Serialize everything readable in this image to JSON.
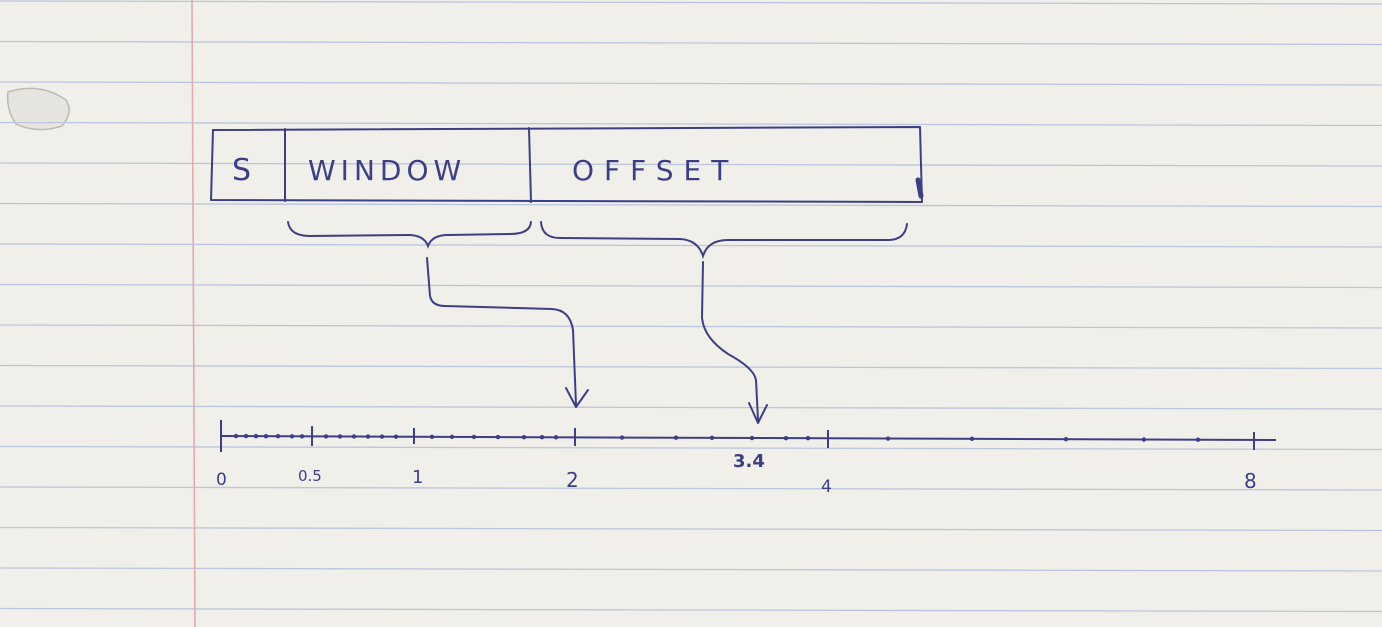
{
  "colors": {
    "paper": "#f1efe9",
    "rule_line": "#b9c6de",
    "margin_line": "#e7a9ae",
    "ink": "#3d3f86"
  },
  "format_box": {
    "fields": [
      {
        "id": "sign",
        "label": "S"
      },
      {
        "id": "window",
        "label": "WINDOW"
      },
      {
        "id": "offset",
        "label": "OFFSET"
      }
    ]
  },
  "number_line": {
    "tick_labels": [
      "0",
      "0.5",
      "1",
      "2",
      "3.4",
      "4",
      "8"
    ],
    "pointer_targets": {
      "window": "2",
      "offset": "3.4"
    }
  }
}
